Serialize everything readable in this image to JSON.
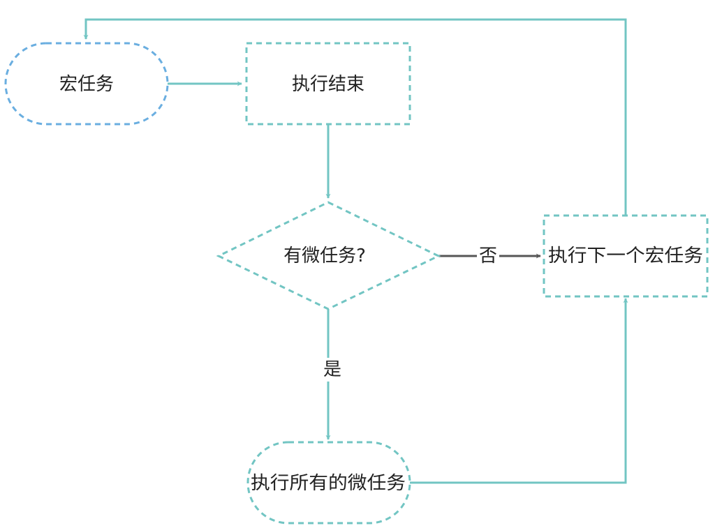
{
  "colors": {
    "teal": "#72c5c3",
    "blue": "#6aaee0",
    "dark_arrow": "#555555",
    "text": "#222222"
  },
  "nodes": {
    "macro_task": "宏任务",
    "execution_end": "执行结束",
    "has_micro_tasks": "有微任务?",
    "run_next_macro": "执行下一个宏任务",
    "run_all_micro": "执行所有的微任务"
  },
  "edges": {
    "no_label": "否",
    "yes_label": "是"
  }
}
